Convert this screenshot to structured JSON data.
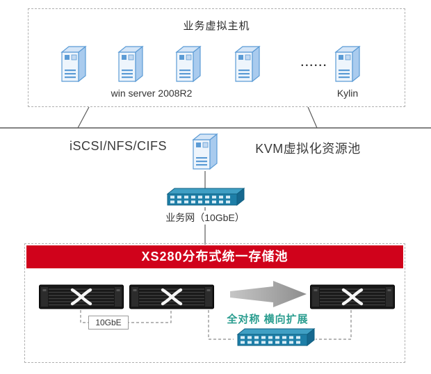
{
  "top_group": {
    "title": "业务虚拟主机",
    "winserver_label": "win server 2008R2",
    "ellipsis": "......",
    "kylin_label": "Kylin"
  },
  "middle": {
    "protocols": "iSCSI/NFS/CIFS",
    "kvm_pool": "KVM虚拟化资源池",
    "business_net": "业务网（10GbE）"
  },
  "storage_group": {
    "banner": "XS280分布式统一存储池",
    "link_speed": "10GbE",
    "scale_note": "全对称 横向扩展"
  },
  "colors": {
    "banner_red": "#d0021b",
    "accent_teal": "#2a9d8f",
    "server_blue": "#5b9bd5",
    "switch_teal": "#1e7fa8",
    "storage_black": "#181818"
  }
}
